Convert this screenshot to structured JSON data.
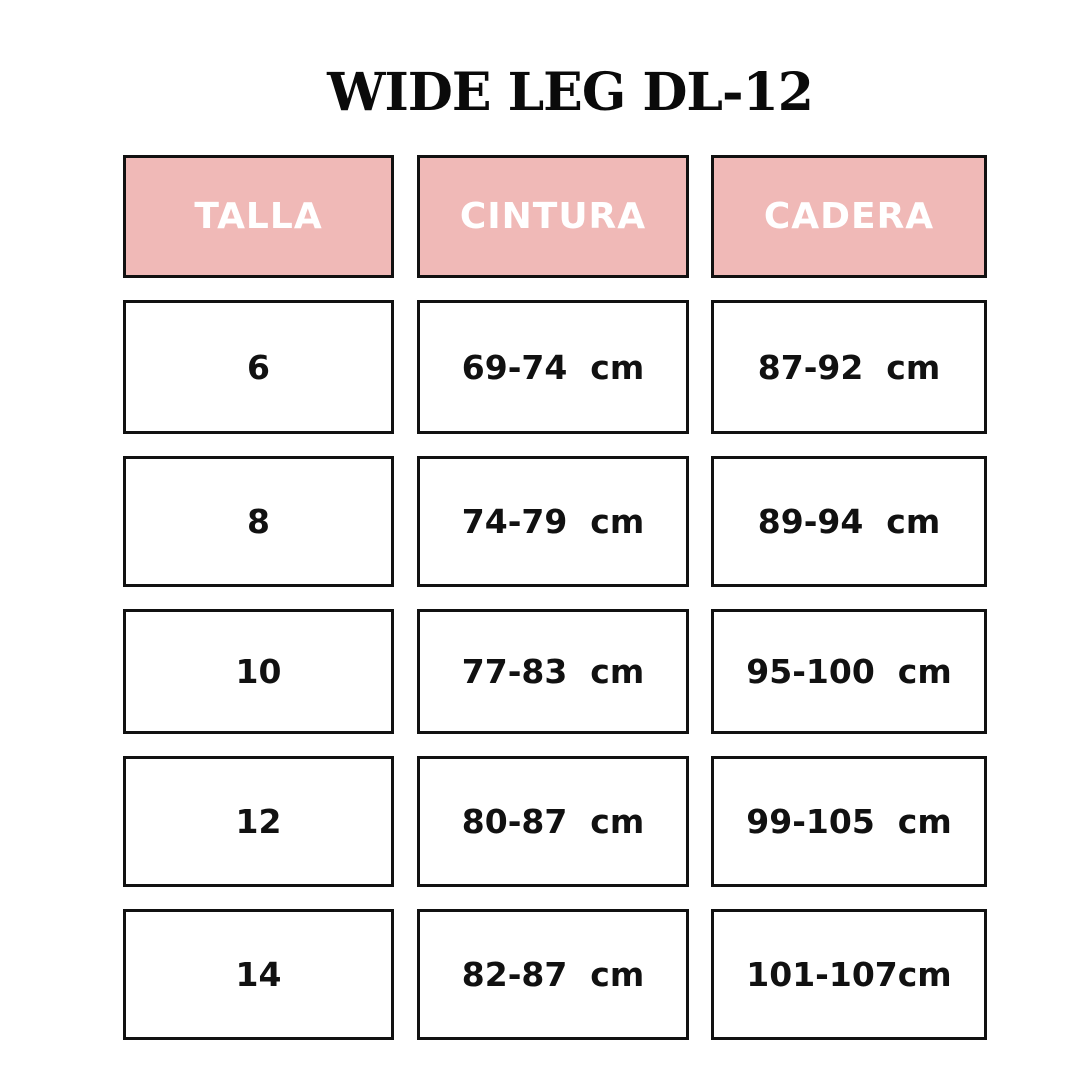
{
  "title": "WIDE LEG DL-12",
  "headers": [
    "TALLA",
    "CINTURA",
    "CADERA"
  ],
  "rows": [
    [
      "6",
      "69-74  cm",
      "87-92  cm"
    ],
    [
      "8",
      "74-79  cm",
      "89-94  cm"
    ],
    [
      "10",
      "77-83  cm",
      "95-100  cm"
    ],
    [
      "12",
      "80-87  cm",
      "99-105  cm"
    ],
    [
      "14",
      "82-87  cm",
      "101-107cm"
    ]
  ],
  "colors": {
    "header_fill": "#f0b9b7",
    "header_text": "#ffffff",
    "border": "#111111"
  }
}
